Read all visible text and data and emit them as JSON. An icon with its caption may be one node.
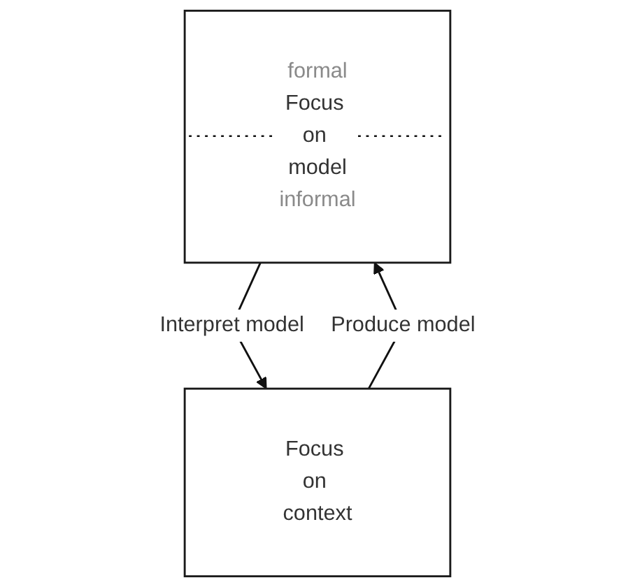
{
  "diagram": {
    "nodes": [
      {
        "text": [
          "formal",
          "Focus on model",
          "informal"
        ]
      },
      {
        "text": [
          "Focus on context"
        ]
      }
    ],
    "edges": [
      {
        "from": 1,
        "to": 0,
        "arrow": "to",
        "label": "Produce model"
      },
      {
        "from": 0,
        "to": 1,
        "arrow": "to",
        "label": "Interpret model"
      }
    ]
  }
}
